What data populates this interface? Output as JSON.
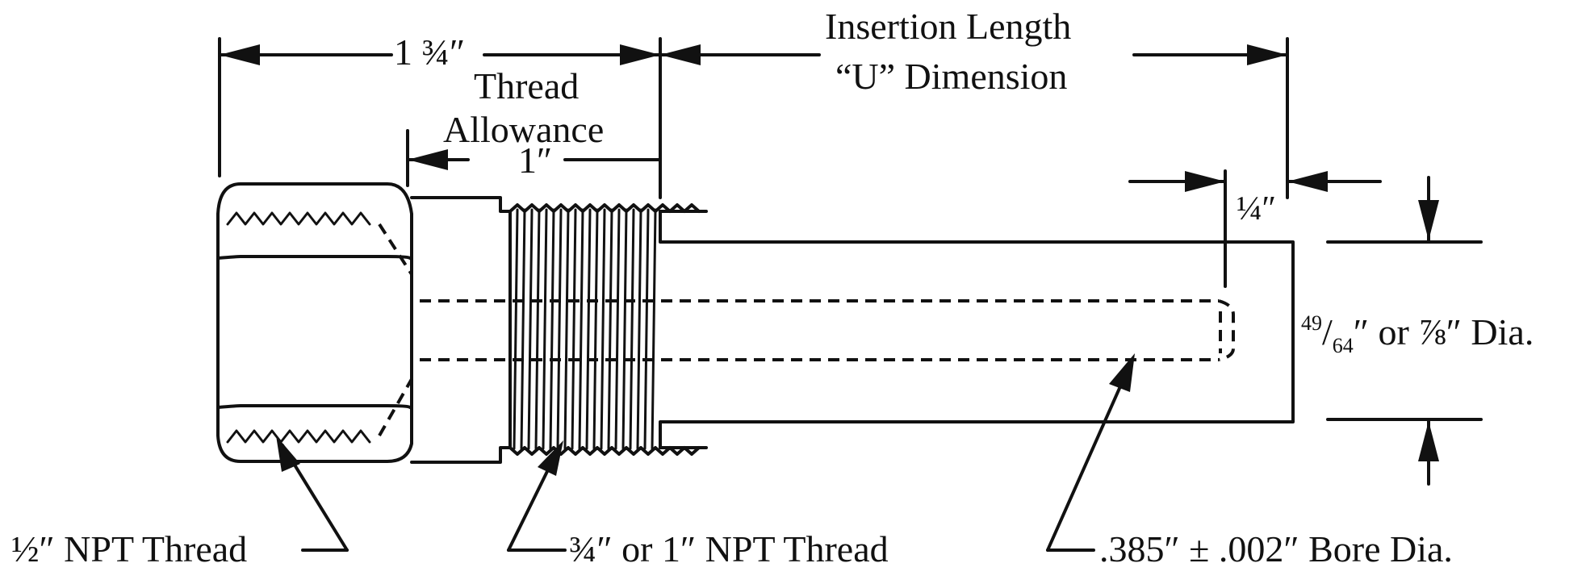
{
  "dimensions": {
    "hex_to_thread_end": "1 ¾″",
    "insertion_line1": "Insertion Length",
    "insertion_line2": "“U” Dimension",
    "thread_allowance_line1": "Thread",
    "thread_allowance_line2": "Allowance",
    "thread_allowance_value": "1″",
    "tip_offset": "¼″",
    "outer_dia_num": "49",
    "outer_dia_den": "64",
    "outer_dia_rest": "″ or ⅞″ Dia."
  },
  "callouts": {
    "half_npt": "½″ NPT Thread",
    "three_quarter_npt": "¾″ or 1″ NPT Thread",
    "bore": ".385″ ± .002″ Bore Dia."
  }
}
